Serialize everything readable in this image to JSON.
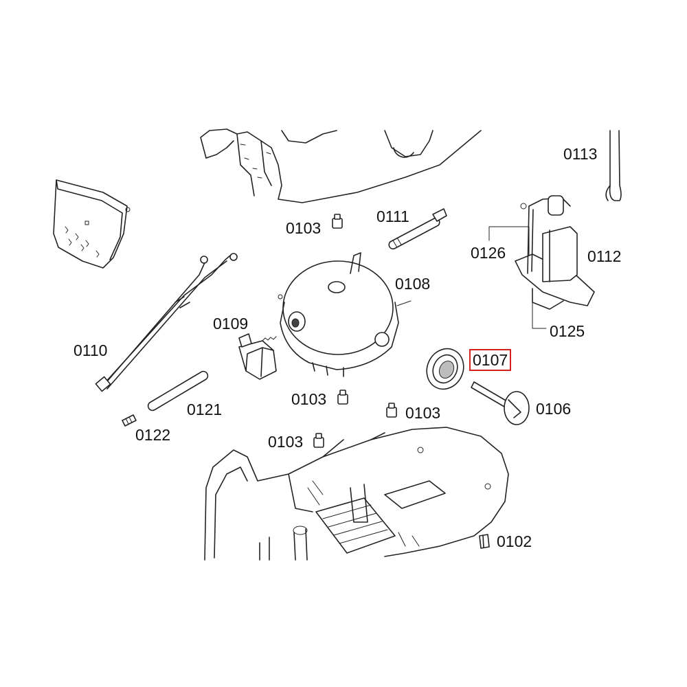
{
  "highlight_color": "#d61f1f",
  "parts": [
    {
      "id": "p0113",
      "label": "0113"
    },
    {
      "id": "p0103a",
      "label": "0103"
    },
    {
      "id": "p0111",
      "label": "0111"
    },
    {
      "id": "p0126",
      "label": "0126"
    },
    {
      "id": "p0112",
      "label": "0112"
    },
    {
      "id": "p0108",
      "label": "0108"
    },
    {
      "id": "p0109",
      "label": "0109"
    },
    {
      "id": "p0125",
      "label": "0125"
    },
    {
      "id": "p0110",
      "label": "0110"
    },
    {
      "id": "p0107",
      "label": "0107",
      "highlighted": true
    },
    {
      "id": "p0103b",
      "label": "0103"
    },
    {
      "id": "p0121",
      "label": "0121"
    },
    {
      "id": "p0103c",
      "label": "0103"
    },
    {
      "id": "p0106",
      "label": "0106"
    },
    {
      "id": "p0122",
      "label": "0122"
    },
    {
      "id": "p0103d",
      "label": "0103"
    },
    {
      "id": "p0102",
      "label": "0102"
    }
  ]
}
